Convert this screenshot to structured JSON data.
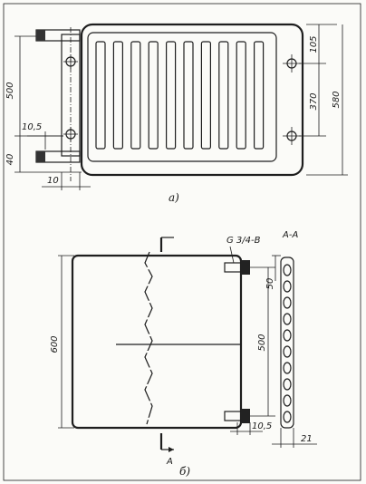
{
  "figure_a": {
    "caption": "а)",
    "dims": {
      "d500": "500",
      "d40": "40",
      "d10_5": "10,5",
      "d10": "10",
      "d105": "105",
      "d370": "370",
      "d580": "580"
    },
    "slot_count": 10
  },
  "figure_b": {
    "caption": "б)",
    "thread": "G 3/4-B",
    "section": "А-А",
    "section_mark": "А",
    "dims": {
      "d600": "600",
      "d500": "500",
      "d50": "50",
      "d10_5": "10,5",
      "d21": "21"
    },
    "coil_rows": 10
  }
}
